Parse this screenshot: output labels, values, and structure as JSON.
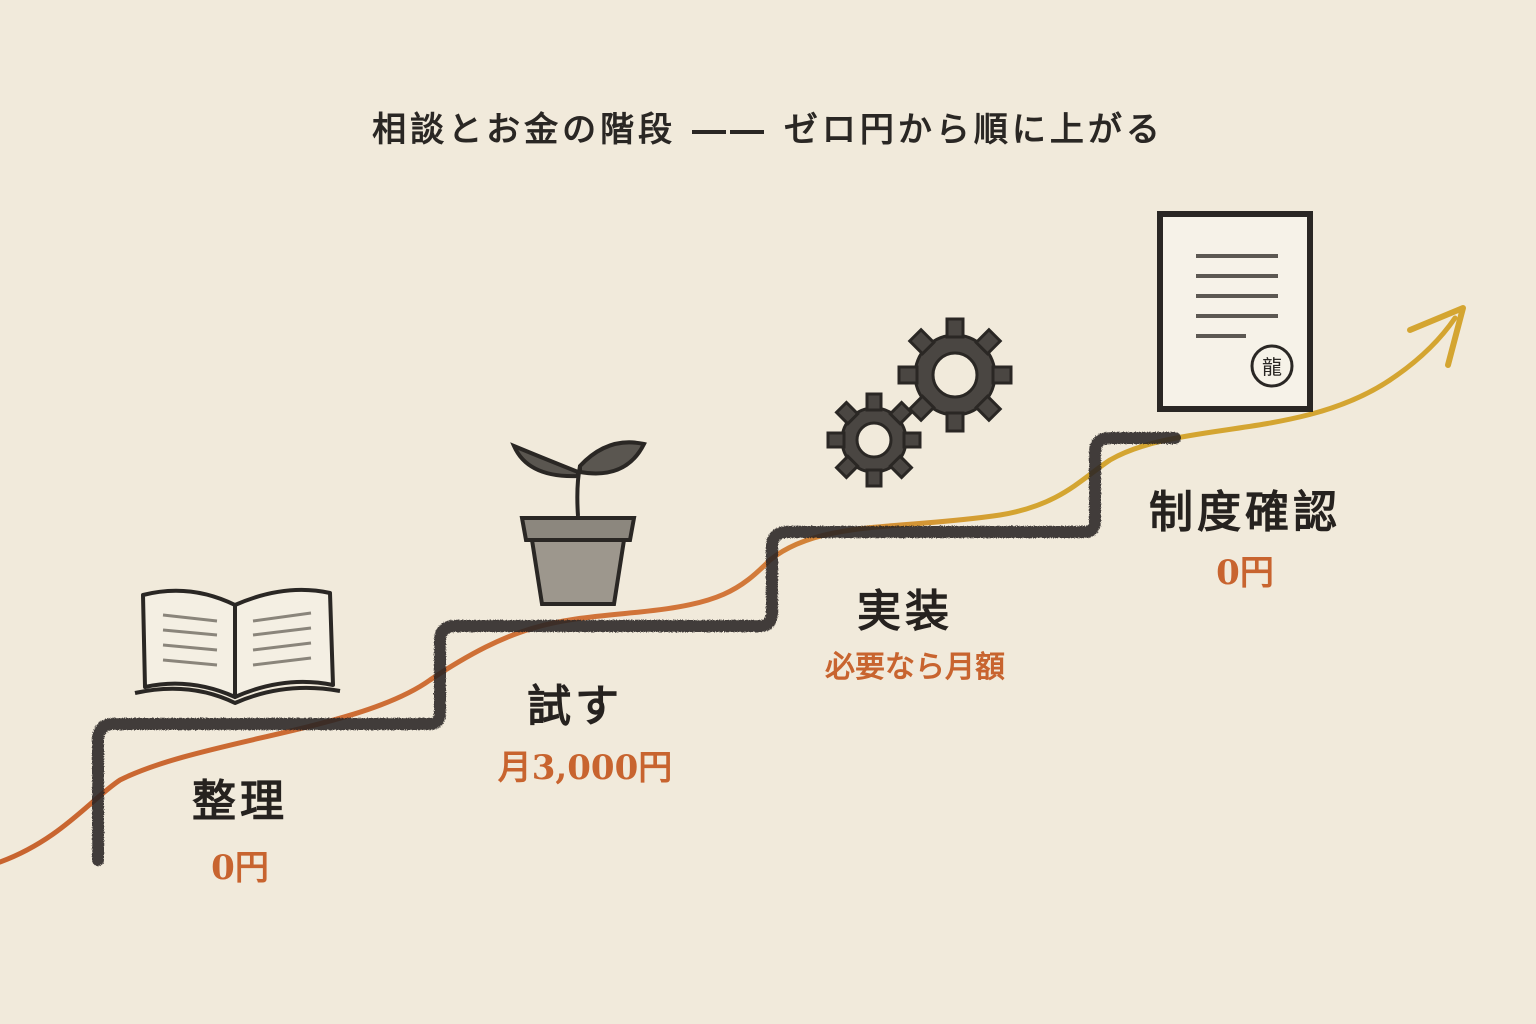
{
  "title": "相談とお金の階段 ―― ゼロ円から順に上がる",
  "colors": {
    "background": "#f1eadb",
    "ink": "#2a2724",
    "accent_orange": "#c8642f",
    "accent_gold": "#d4a531"
  },
  "steps": [
    {
      "label": "整理",
      "price": "0円",
      "icon": "open-book-icon"
    },
    {
      "label": "試す",
      "price": "月3,000円",
      "icon": "seedling-pot-icon"
    },
    {
      "label": "実装",
      "price": "必要なら月額",
      "icon": "gears-icon"
    },
    {
      "label": "制度確認",
      "price": "0円",
      "icon": "stamped-document-icon"
    }
  ],
  "stamp_text": "龍"
}
